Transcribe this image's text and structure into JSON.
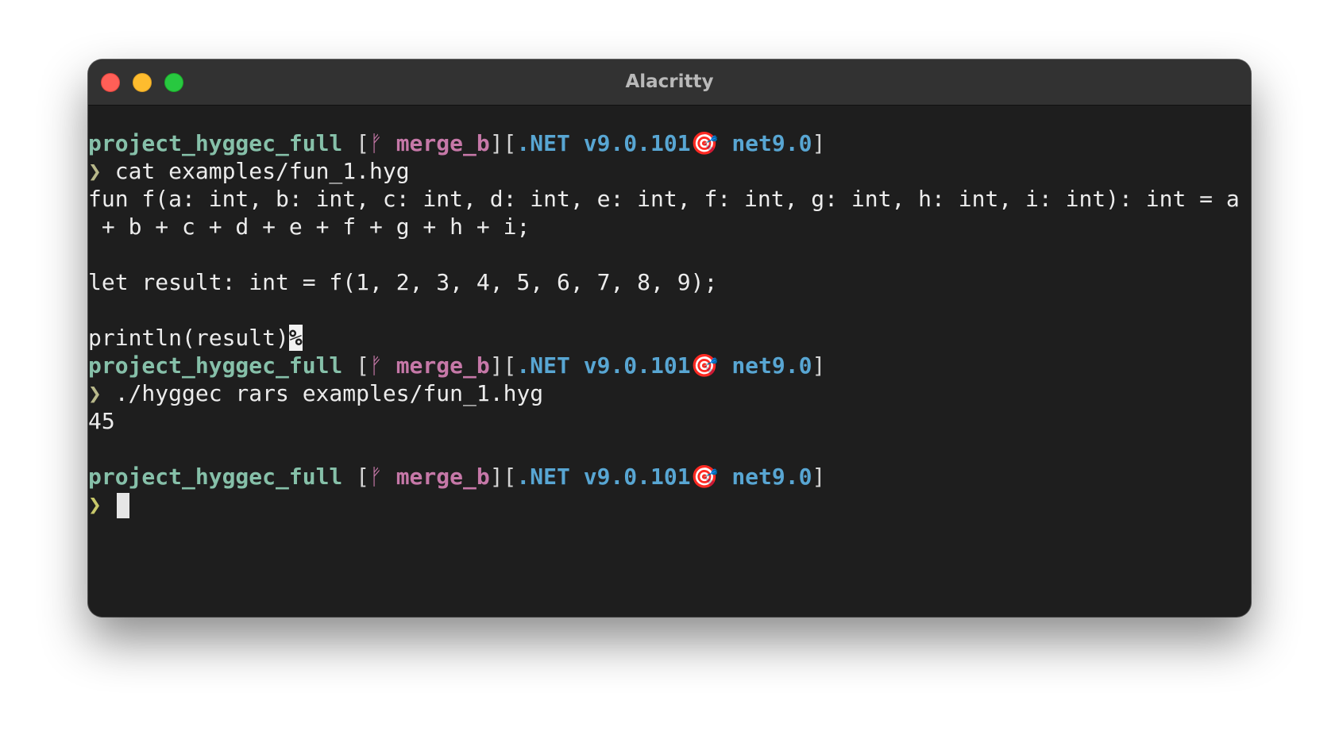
{
  "window": {
    "title": "Alacritty"
  },
  "prompt": {
    "dir": "project_hyggec_full",
    "open_bracket": "[",
    "branch_icon": "ᚠ",
    "branch": "merge_b",
    "mid_bracket": "][",
    "dotnet": ".NET v9.0.101",
    "target_icon": "🎯",
    "framework": "net9.0",
    "close_bracket": "]",
    "symbol": "❯"
  },
  "session": {
    "cmd1": " cat examples/fun_1.hyg",
    "file_line1": "fun f(a: int, b: int, c: int, d: int, e: int, f: int, g: int, h: int, i: int): int = a",
    "file_line2": " + b + c + d + e + f + g + h + i;",
    "file_line3": "",
    "file_line4": "let result: int = f(1, 2, 3, 4, 5, 6, 7, 8, 9);",
    "file_line5": "",
    "file_line6": "println(result)",
    "eof_marker": "%",
    "cmd2": " ./hyggec rars examples/fun_1.hyg",
    "output": "45"
  }
}
